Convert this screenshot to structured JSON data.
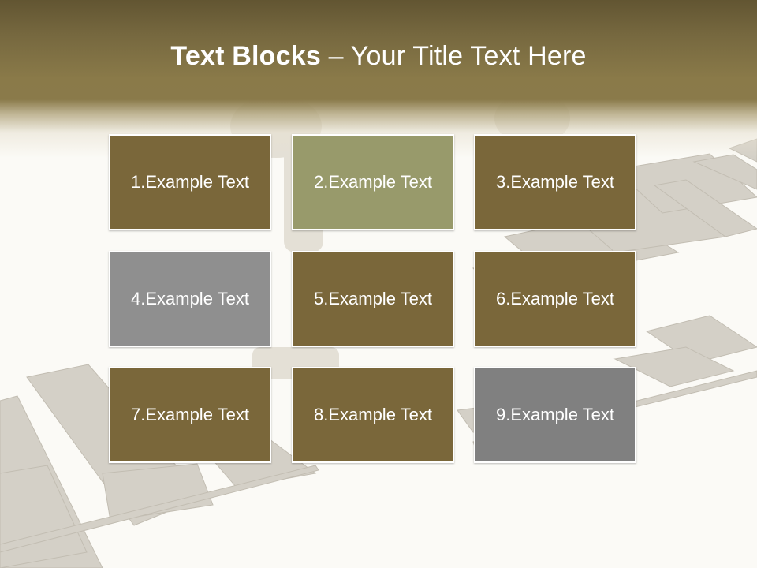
{
  "title": {
    "bold": "Text Blocks",
    "dash": "–",
    "regular": "Your Title Text Here"
  },
  "blocks": [
    {
      "label": "1.Example Text",
      "color": "#7a673a"
    },
    {
      "label": "2.Example Text",
      "color": "#989a6b"
    },
    {
      "label": "3.Example Text",
      "color": "#7a673a"
    },
    {
      "label": "4.Example Text",
      "color": "#8f8f8f"
    },
    {
      "label": "5.Example Text",
      "color": "#7a673a"
    },
    {
      "label": "6.Example Text",
      "color": "#7a673a"
    },
    {
      "label": "7.Example Text",
      "color": "#7a673a"
    },
    {
      "label": "8.Example Text",
      "color": "#7a673a"
    },
    {
      "label": "9.Example Text",
      "color": "#808080"
    }
  ]
}
